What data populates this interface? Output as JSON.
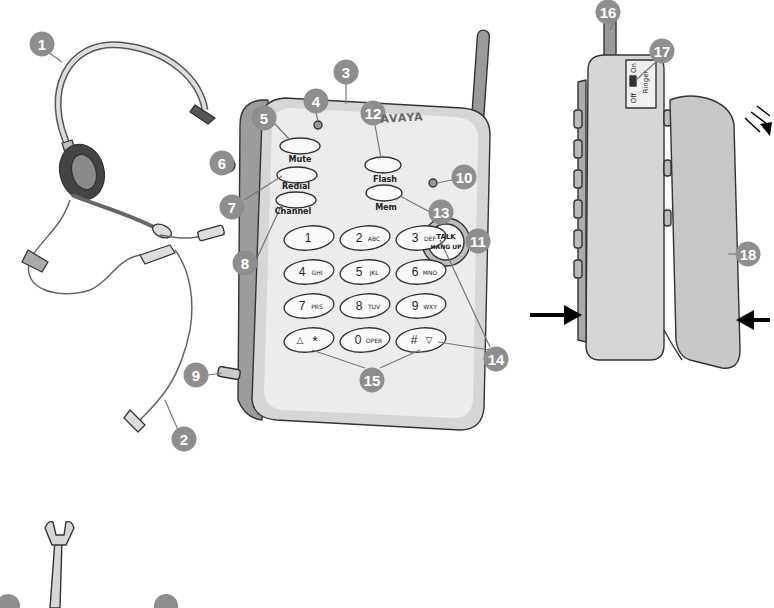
{
  "diagram": {
    "labels": [
      "1",
      "2",
      "3",
      "4",
      "5",
      "6",
      "7",
      "8",
      "9",
      "10",
      "11",
      "12",
      "13",
      "14",
      "15",
      "16",
      "17",
      "18",
      "AVAYA",
      "Mute",
      "Flash",
      "Redial",
      "Channel",
      "Mem",
      "TALK",
      "HANG UP",
      "1",
      "2",
      "ABC",
      "3",
      "DEF",
      "4",
      "GHI",
      "5",
      "JKL",
      "6",
      "MNO",
      "7",
      "PRS",
      "8",
      "TUV",
      "9",
      "WXY",
      "△",
      "*",
      "0",
      "OPER",
      "#",
      "▽",
      "Off",
      "On",
      "Ringer"
    ]
  }
}
